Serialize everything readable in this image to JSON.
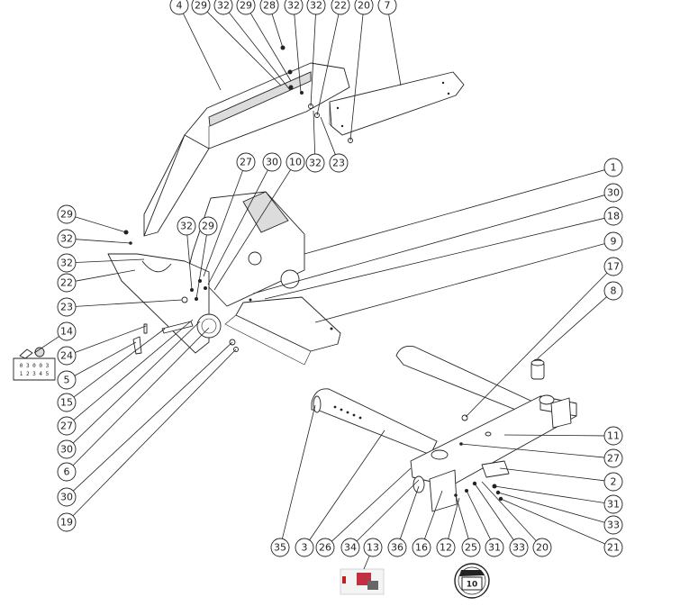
{
  "diagram": {
    "callouts": [
      {
        "id": "c4",
        "label": "4"
      },
      {
        "id": "c29a",
        "label": "29"
      },
      {
        "id": "c32a",
        "label": "32"
      },
      {
        "id": "c29b",
        "label": "29"
      },
      {
        "id": "c28",
        "label": "28"
      },
      {
        "id": "c32b",
        "label": "32"
      },
      {
        "id": "c32c",
        "label": "32"
      },
      {
        "id": "c22a",
        "label": "22"
      },
      {
        "id": "c20a",
        "label": "20"
      },
      {
        "id": "c7",
        "label": "7"
      },
      {
        "id": "c32d",
        "label": "32"
      },
      {
        "id": "c23a",
        "label": "23"
      },
      {
        "id": "c27a",
        "label": "27"
      },
      {
        "id": "c30a",
        "label": "30"
      },
      {
        "id": "c10",
        "label": "10"
      },
      {
        "id": "c1",
        "label": "1"
      },
      {
        "id": "c30b",
        "label": "30"
      },
      {
        "id": "c18",
        "label": "18"
      },
      {
        "id": "c9",
        "label": "9"
      },
      {
        "id": "c17",
        "label": "17"
      },
      {
        "id": "c8",
        "label": "8"
      },
      {
        "id": "c29c",
        "label": "29"
      },
      {
        "id": "c32e",
        "label": "32"
      },
      {
        "id": "c32f",
        "label": "32"
      },
      {
        "id": "c22b",
        "label": "22"
      },
      {
        "id": "c32g",
        "label": "32"
      },
      {
        "id": "c29d",
        "label": "29"
      },
      {
        "id": "c23b",
        "label": "23"
      },
      {
        "id": "c14",
        "label": "14"
      },
      {
        "id": "c24",
        "label": "24"
      },
      {
        "id": "c5",
        "label": "5"
      },
      {
        "id": "c15",
        "label": "15"
      },
      {
        "id": "c27b",
        "label": "27"
      },
      {
        "id": "c30c",
        "label": "30"
      },
      {
        "id": "c6",
        "label": "6"
      },
      {
        "id": "c30d",
        "label": "30"
      },
      {
        "id": "c19",
        "label": "19"
      },
      {
        "id": "c11",
        "label": "11"
      },
      {
        "id": "c27c",
        "label": "27"
      },
      {
        "id": "c2",
        "label": "2"
      },
      {
        "id": "c31a",
        "label": "31"
      },
      {
        "id": "c33a",
        "label": "33"
      },
      {
        "id": "c21",
        "label": "21"
      },
      {
        "id": "c35",
        "label": "35"
      },
      {
        "id": "c3",
        "label": "3"
      },
      {
        "id": "c26",
        "label": "26"
      },
      {
        "id": "c34",
        "label": "34"
      },
      {
        "id": "c13",
        "label": "13"
      },
      {
        "id": "c36",
        "label": "36"
      },
      {
        "id": "c16",
        "label": "16"
      },
      {
        "id": "c12",
        "label": "12"
      },
      {
        "id": "c25",
        "label": "25"
      },
      {
        "id": "c31b",
        "label": "31"
      },
      {
        "id": "c33b",
        "label": "33"
      },
      {
        "id": "c20b",
        "label": "20"
      }
    ],
    "decal_numbers": {
      "top_row": "0 3 0 0 3",
      "bottom_row": "1 2 3 4 5"
    },
    "speed_label": "10"
  }
}
